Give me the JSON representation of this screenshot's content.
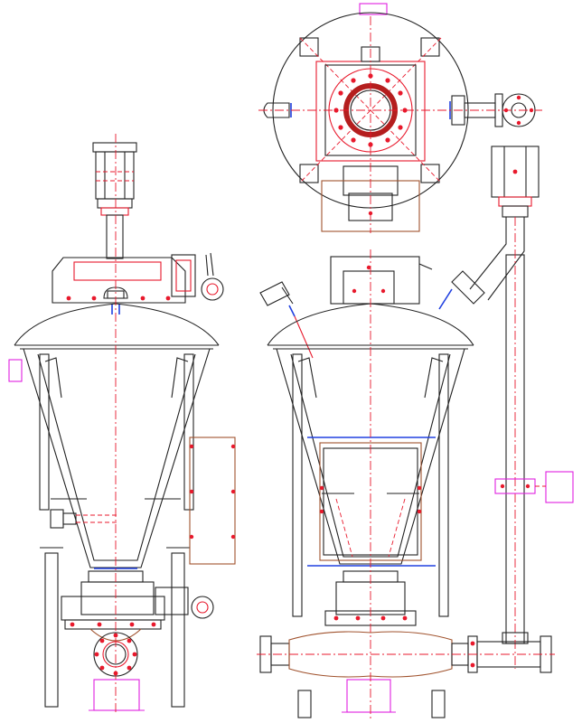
{
  "title": "",
  "views": [
    {
      "id": "front-view"
    },
    {
      "id": "top-view"
    },
    {
      "id": "side-view"
    }
  ],
  "colors": {
    "background": "#ffffff",
    "line": "#222222",
    "center_line": "#e8192c",
    "bolt": "#e8192c",
    "flange_ring": "#b41e1e",
    "motor_brown": "#a0522d",
    "marker_magenta": "#e020e0",
    "seal_blue": "#2040e0"
  }
}
